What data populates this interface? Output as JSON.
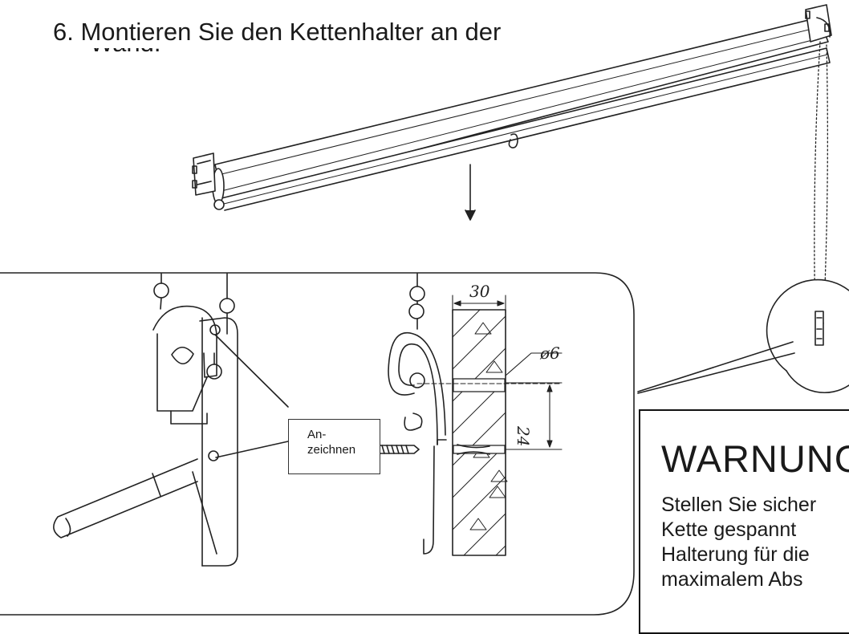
{
  "step": {
    "line1": "6.  Montieren Sie den Kettenhalter an der",
    "line2": "Wand."
  },
  "callout_label": {
    "line1": "An-",
    "line2": "zeichnen"
  },
  "dimensions": {
    "width": "30",
    "hole_diameter": "ø6",
    "spacing": "24"
  },
  "warning": {
    "title": "WARNUNG",
    "lines": [
      "Stellen Sie sicher",
      "Kette gespannt",
      "Halterung für die",
      "maximalem Abs"
    ]
  }
}
